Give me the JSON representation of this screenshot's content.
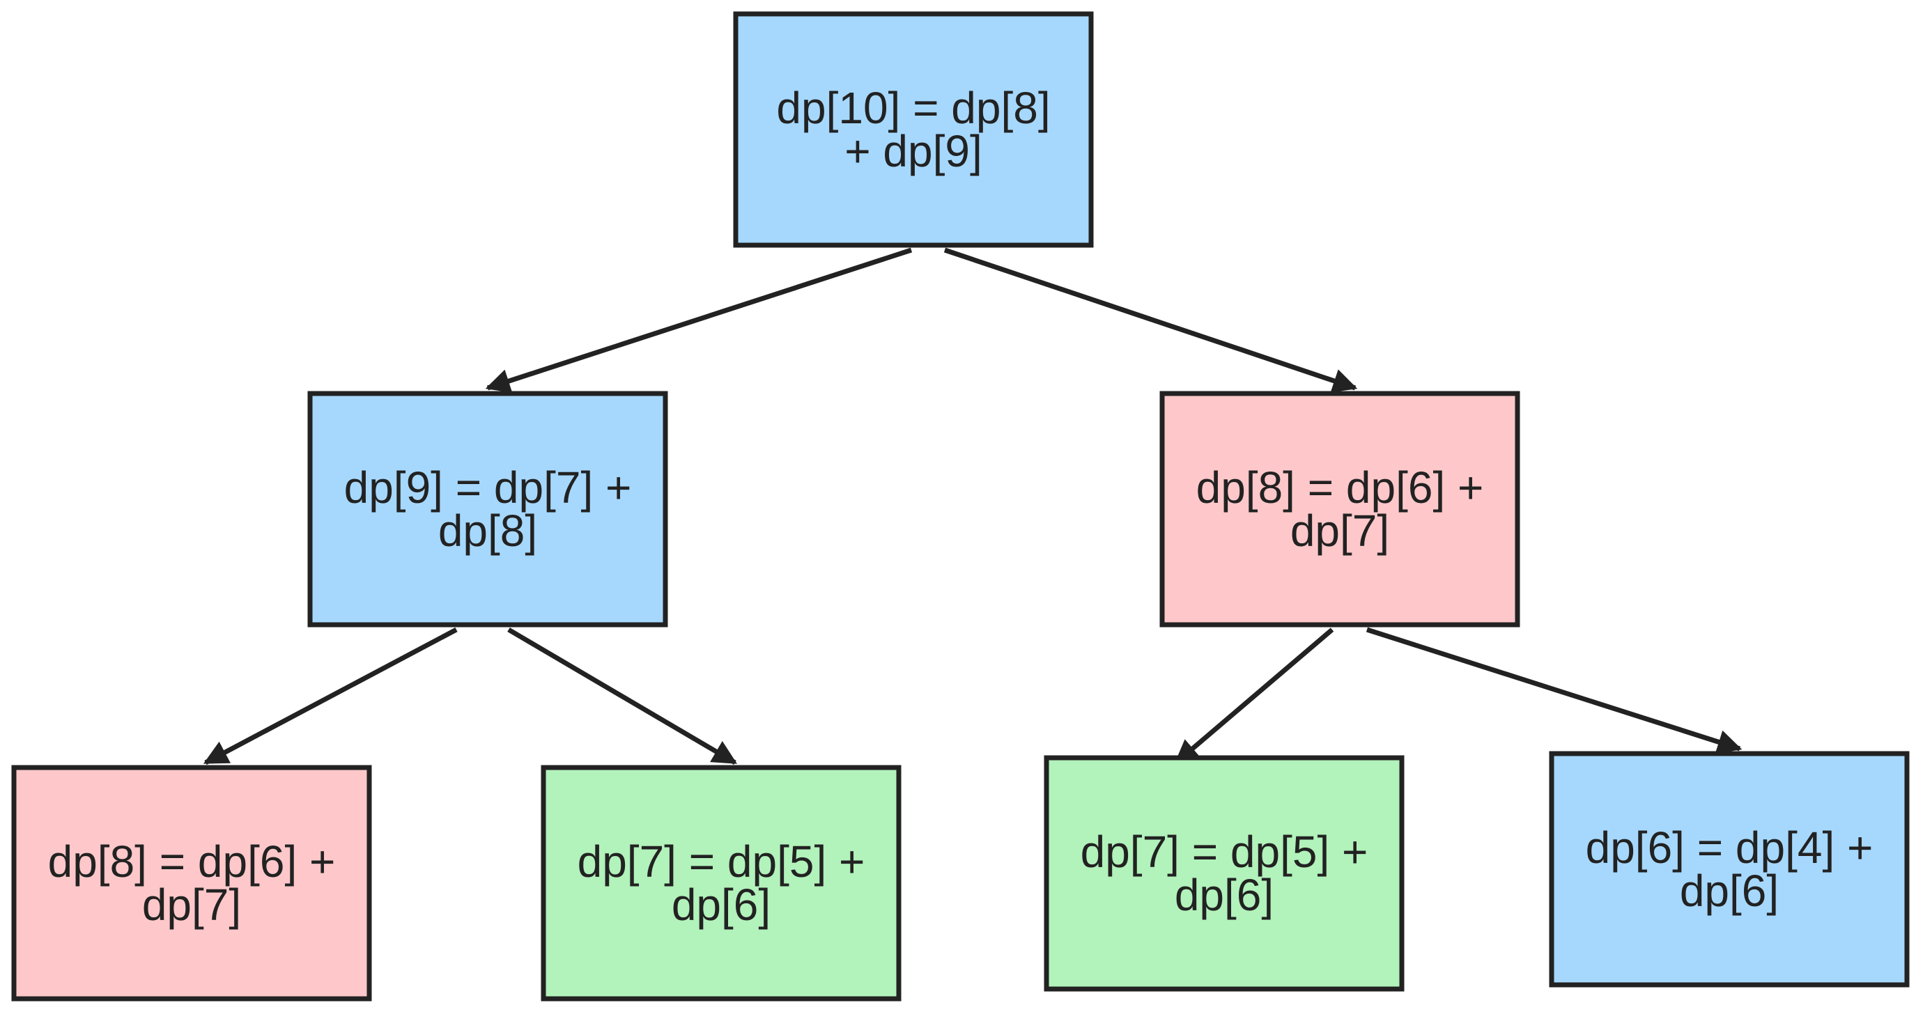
{
  "colors": {
    "blue": "#a6d8fd",
    "pink": "#fec8ca",
    "green": "#b2f2bb",
    "stroke": "#222222"
  },
  "nodes": [
    {
      "id": "n10",
      "lines": [
        "dp[10] = dp[8]",
        "+ dp[9]"
      ],
      "color": "blue"
    },
    {
      "id": "n9",
      "lines": [
        "dp[9] = dp[7] +",
        "dp[8]"
      ],
      "color": "blue"
    },
    {
      "id": "n8a",
      "lines": [
        "dp[8] = dp[6] +",
        "dp[7]"
      ],
      "color": "pink"
    },
    {
      "id": "n8b",
      "lines": [
        "dp[8] = dp[6] +",
        "dp[7]"
      ],
      "color": "pink"
    },
    {
      "id": "n7a",
      "lines": [
        "dp[7] = dp[5] +",
        "dp[6]"
      ],
      "color": "green"
    },
    {
      "id": "n7b",
      "lines": [
        "dp[7] = dp[5] +",
        "dp[6]"
      ],
      "color": "green"
    },
    {
      "id": "n6",
      "lines": [
        "dp[6] = dp[4] +",
        "dp[6]"
      ],
      "color": "blue"
    }
  ],
  "edges": [
    {
      "from": "n10",
      "to": "n9"
    },
    {
      "from": "n10",
      "to": "n8a"
    },
    {
      "from": "n9",
      "to": "n8b"
    },
    {
      "from": "n9",
      "to": "n7a"
    },
    {
      "from": "n8a",
      "to": "n7b"
    },
    {
      "from": "n8a",
      "to": "n6"
    }
  ]
}
